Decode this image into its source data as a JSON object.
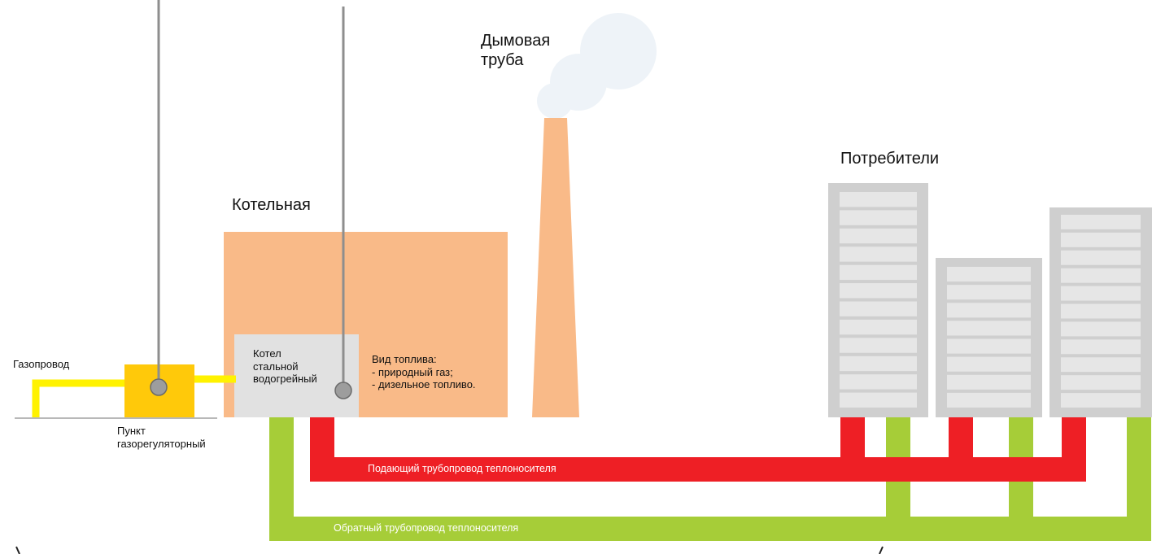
{
  "labels": {
    "chimney": "Дымовая\nтруба",
    "consumers": "Потребители",
    "boiler_house": "Котельная",
    "boiler": "Котел\nстальной\nводогрейный",
    "fuel": "Вид топлива:\n- природный газ;\n- дизельное топливо.",
    "gas_pipeline": "Газопровод",
    "gas_point": "Пункт\nгазорегуляторный",
    "supply_pipe": "Подающий трубопровод теплоносителя",
    "return_pipe": "Обратный трубопровод теплоносителя"
  },
  "colors": {
    "boiler_house": "#f9ba88",
    "chimney": "#f9ba88",
    "smoke": "#eef3f8",
    "boiler": "#e1e1e1",
    "building": "#cfcfcf",
    "building_window": "#e6e6e6",
    "supply": "#ee1f25",
    "return": "#a6cd38",
    "gas": "#fff200",
    "gas_point": "#ffc90a",
    "marker_fill": "#9d9d9d",
    "pointer_line": "#8e8e8e"
  }
}
